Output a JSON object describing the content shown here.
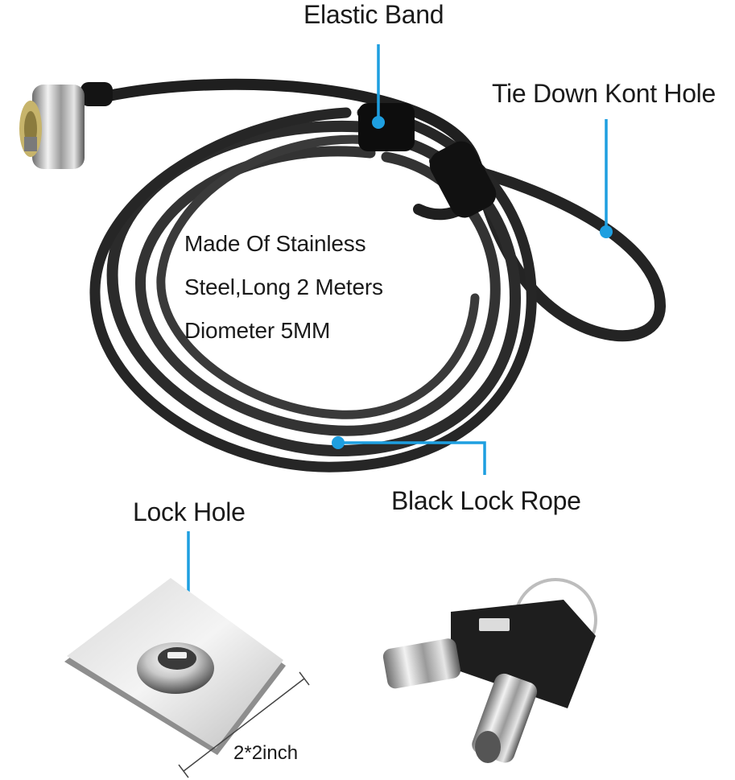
{
  "callouts": {
    "elastic_band": "Elastic Band",
    "tie_down": "Tie Down Kont Hole",
    "black_rope": "Black Lock Rope",
    "lock_hole": "Lock Hole",
    "dimension": "2*2inch"
  },
  "description_lines": [
    "Made Of Stainless",
    "Steel,Long 2 Meters",
    "Diometer 5MM"
  ],
  "colors": {
    "callout_line": "#1e9fe0",
    "cable": "#2b2b2b",
    "text": "#1a1a1a"
  }
}
